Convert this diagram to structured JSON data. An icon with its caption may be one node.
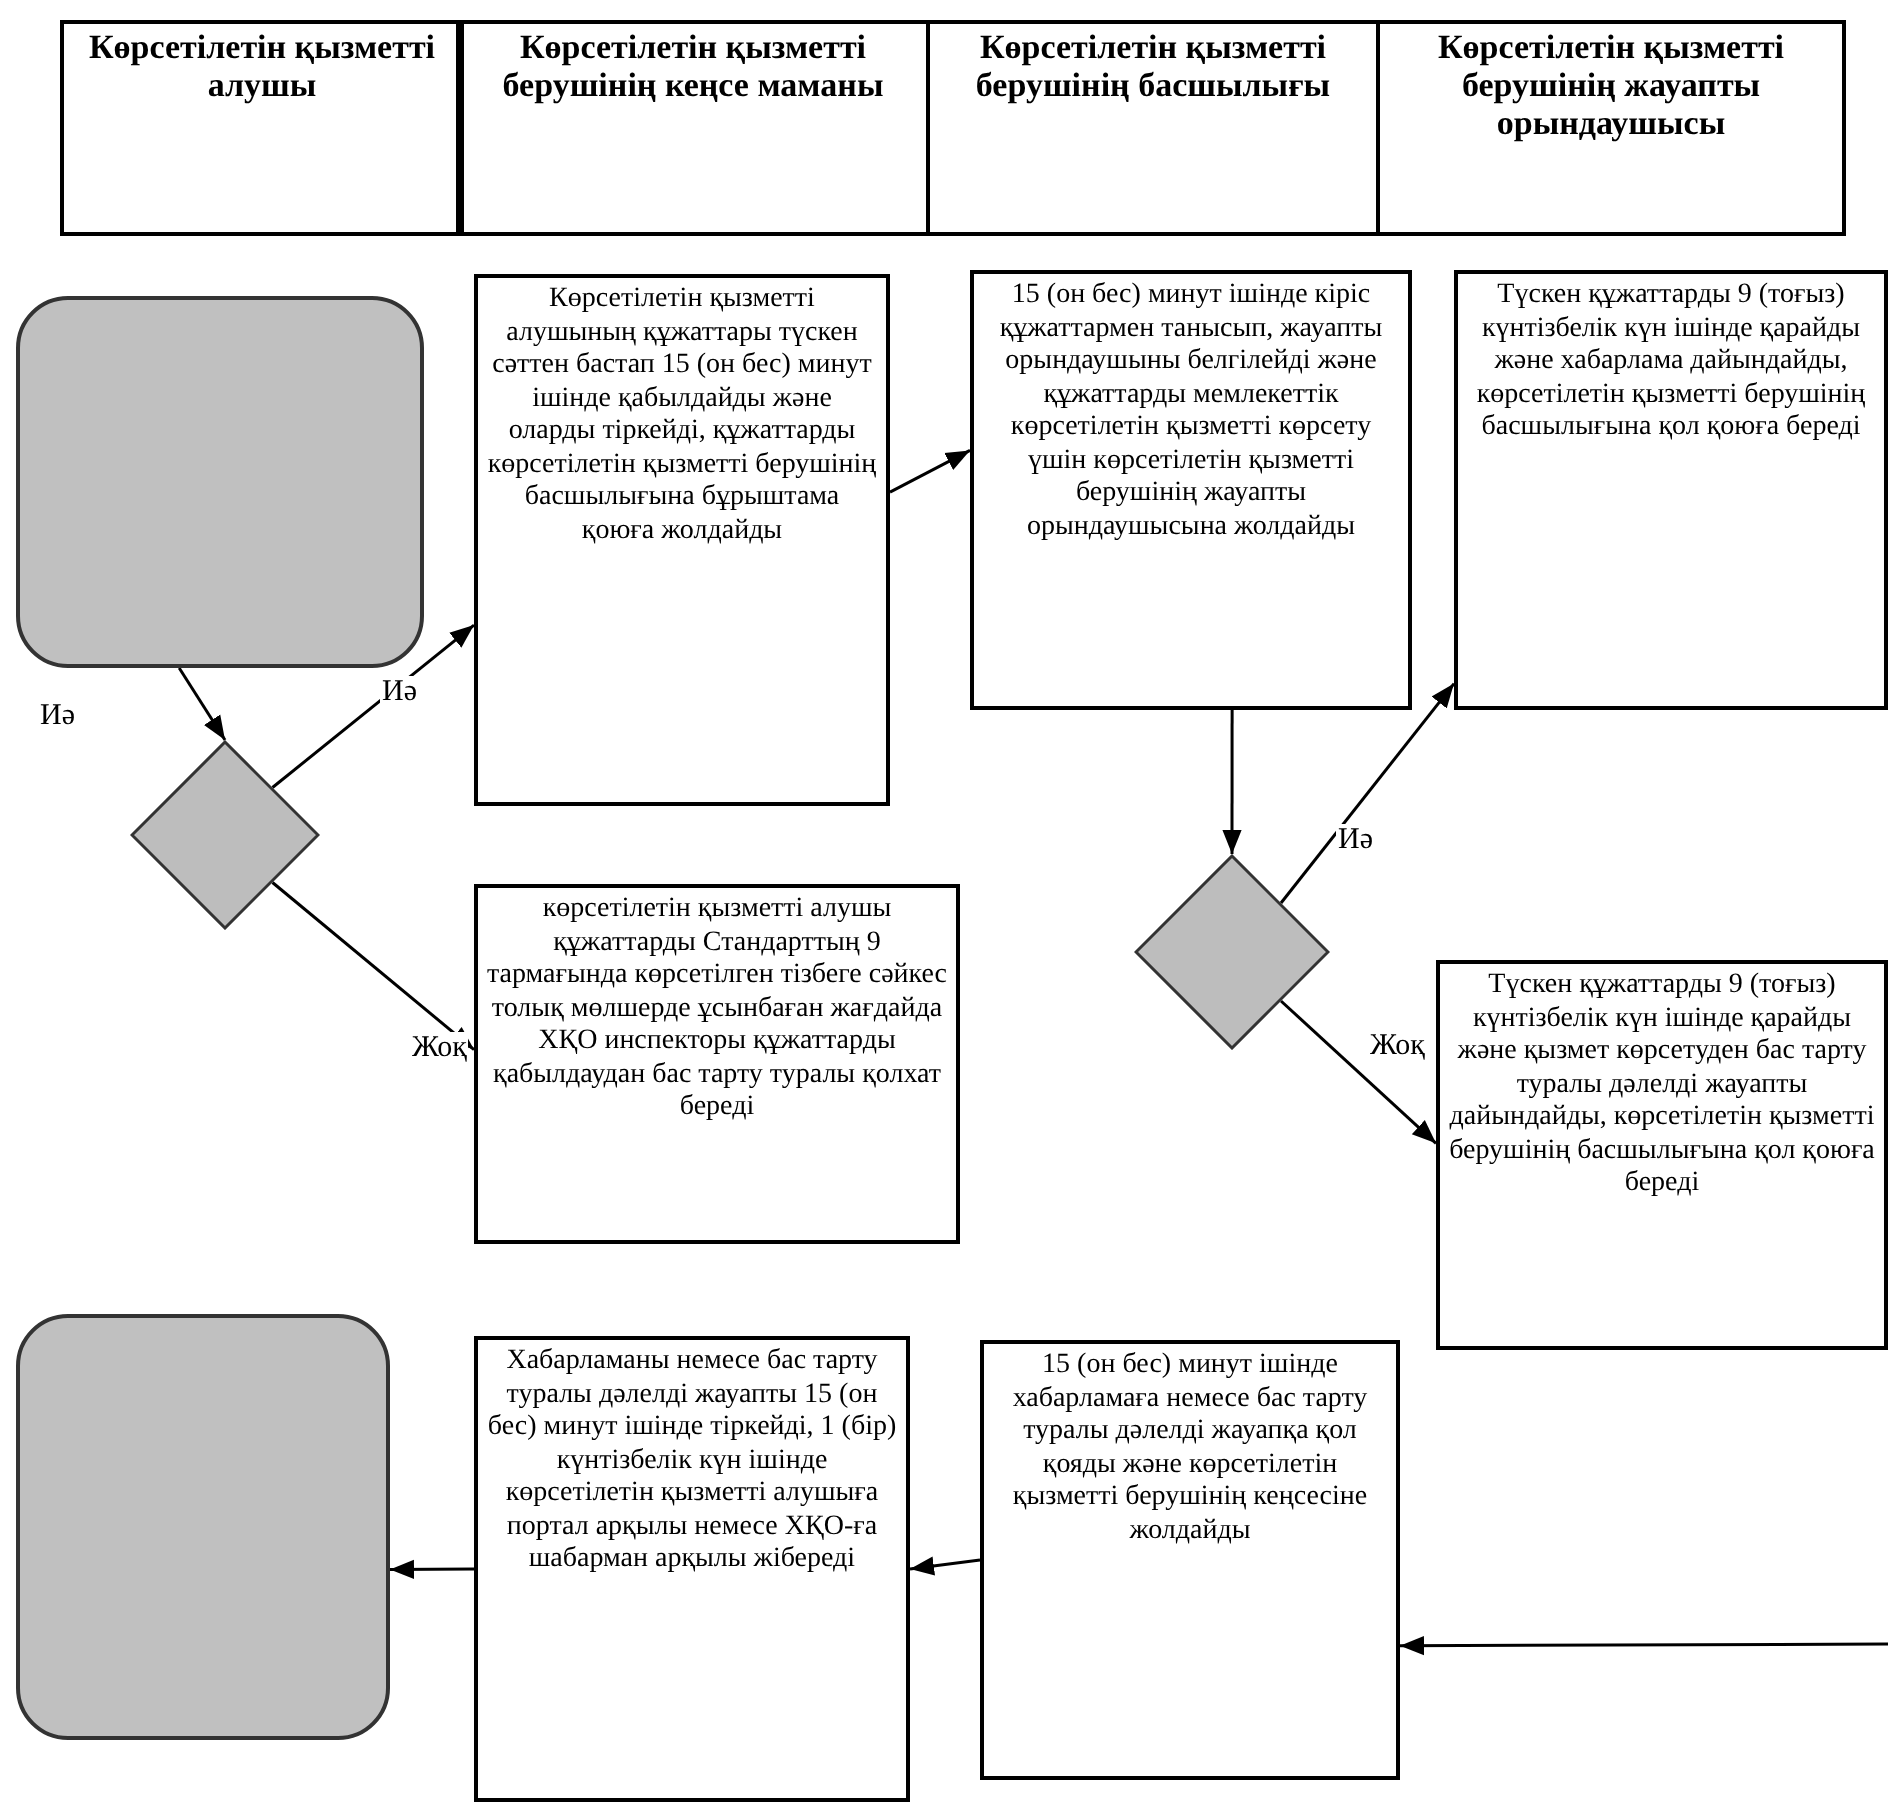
{
  "diagram": {
    "nodes": [
      {
        "text": [],
        "shape": "box"
      },
      {
        "text": [],
        "shape": "diamond"
      },
      {
        "text": [
          "Көрсетілетін қызметті алушының құжаттары түскен сәттен бастап 15 (он бес) минут ішінде қабылдайды және оларды тіркейді, құжаттарды көрсетілетін қызметті берушінің басшылығына бұрыштама қоюға жолдайды"
        ]
      },
      {
        "text": [
          "көрсетілетін қызметті алушы құжаттарды Стандарттың 9 тармағында көрсетілген тізбеге сәйкес толық мөлшерде ұсынбаған жағдайда ХҚО инспекторы құжаттарды қабылдаудан бас тарту туралы қолхат береді"
        ]
      },
      {
        "text": [
          "15 (он бес) минут ішінде кіріс құжаттармен танысып, жауапты орындаушыны белгілейді және құжаттарды мемлекеттік көрсетілетін қызметті көрсету үшін көрсетілетін қызметті берушінің жауапты орындаушысына жолдайды"
        ]
      },
      {
        "text": [
          "Түскен құжаттарды 9 (тоғыз) күнтізбелік күн ішінде қарайды және хабарлама дайындайды, көрсетілетін қызметті берушінің басшылығына қол қоюға береді"
        ]
      },
      {
        "text": [],
        "shape": "diamond"
      },
      {
        "text": [
          "Түскен құжаттарды 9 (тоғыз) күнтізбелік күн ішінде қарайды және қызмет көрсетуден бас тарту туралы дәлелді жауапты дайындайды, көрсетілетін қызметті берушінің басшылығына қол қоюға береді"
        ]
      },
      {
        "text": [
          "15 (он бес) минут ішінде хабарламаға немесе бас тарту туралы дәлелді жауапқа қол қояды және көрсетілетін қызметті берушінің кеңсесіне жолдайды"
        ]
      },
      {
        "text": [
          "Хабарламаны немесе бас тарту туралы дәлелді жауапты 15 (он бес) минут ішінде тіркейді, 1 (бір) күнтізбелік күн ішінде көрсетілетін қызметті алушыға портал арқылы немесе ХҚО-ға шабарман арқылы жібереді"
        ]
      },
      {
        "text": [],
        "shape": "box"
      }
    ],
    "edges": [
      {
        "from": 0,
        "to": 1,
        "arrow": "to"
      },
      {
        "from": 1,
        "to": 2,
        "arrow": "to",
        "label": "Иә"
      },
      {
        "from": 1,
        "to": 3,
        "arrow": "to",
        "label": "Жоқ"
      },
      {
        "from": 2,
        "to": 4,
        "arrow": "to"
      },
      {
        "from": 4,
        "to": 6,
        "arrow": "to"
      },
      {
        "from": 6,
        "to": 5,
        "arrow": "to",
        "label": "Иә"
      },
      {
        "from": 6,
        "to": 7,
        "arrow": "to",
        "label": "Жоқ"
      },
      {
        "from": null,
        "to": 8,
        "arrow": "to"
      },
      {
        "from": 8,
        "to": 9,
        "arrow": "to"
      },
      {
        "from": 9,
        "to": 10,
        "arrow": "to"
      }
    ],
    "labels": [
      "Көрсетілетін қызметті алушы",
      "Көрсетілетін қызметті берушінің кеңсе маманы",
      "Көрсетілетін қызметті берушінің басшылығы",
      "Көрсетілетін қызметті берушінің жауапты орындаушысы",
      "Иә"
    ]
  }
}
